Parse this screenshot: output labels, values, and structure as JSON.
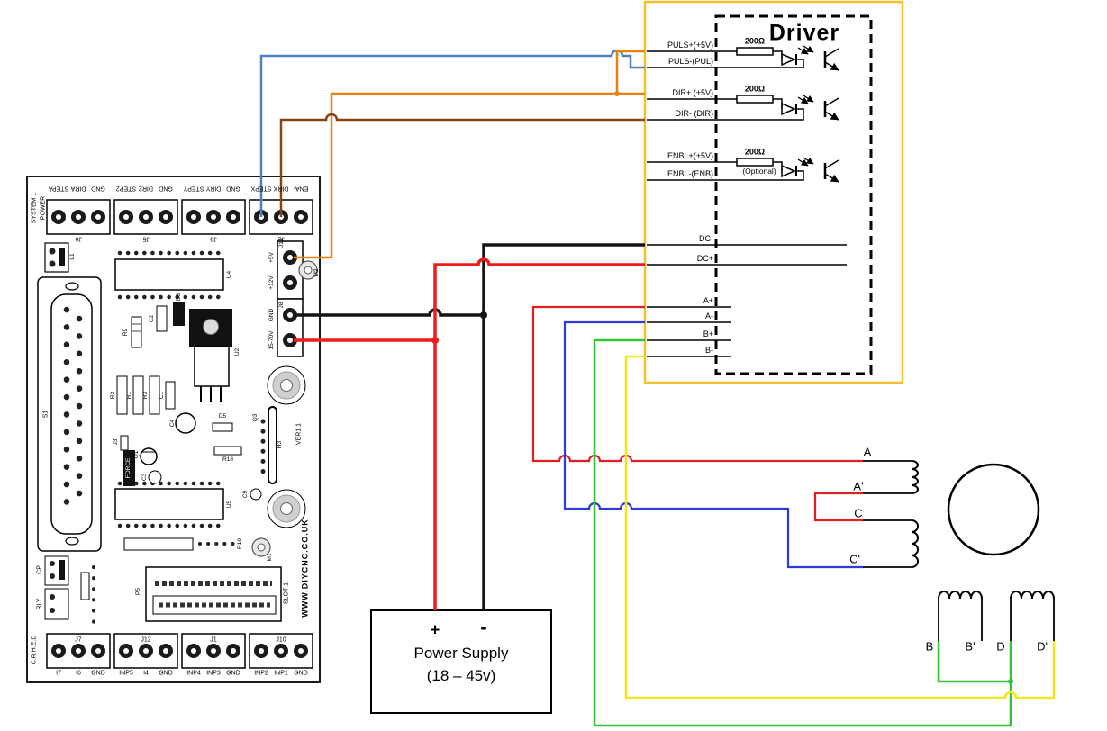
{
  "colors": {
    "wire_step_blue": "#4f81bd",
    "wire_5v_orange": "#e8820c",
    "wire_dir_brown": "#8a4413",
    "wire_power_red": "#ee1c1c",
    "wire_power_black": "#141414",
    "wire_phase_red": "#e02020",
    "wire_phase_blue": "#2e3bd8",
    "wire_phase_green": "#35c435",
    "wire_phase_yellow": "#f2e818",
    "driver_outline_yellow": "#f2c12e"
  },
  "board": {
    "system_line1": "SYSTEM 1",
    "system_line2": "POWER",
    "connector": "S1",
    "top_pins": [
      "STEPA",
      "DIRA",
      "GND",
      "STEP2",
      "DIR2",
      "GND",
      "STEPY",
      "DIRY",
      "GND",
      "STEPX",
      "DIRX",
      "ENA-"
    ],
    "top_groups": [
      "J6",
      "J5",
      "J9",
      "J2"
    ],
    "bottom_pins": [
      "I7",
      "I6",
      "GND",
      "INP5",
      "I4",
      "GND",
      "INP4",
      "INP3",
      "GND",
      "INP2",
      "INP1",
      "GND"
    ],
    "bottom_groups": [
      "J7",
      "J12",
      "J1",
      "J10"
    ],
    "power_pins": [
      "+5V",
      "+12V",
      "GND",
      "15-70V"
    ],
    "power_groups": [
      "J11",
      "J8"
    ],
    "website": "WWW.DIYCNC.CO.UK",
    "slot": "SLOT 1",
    "version": "VER1.1",
    "force": "FORCE",
    "cp": "CP",
    "rly": "RLY",
    "crhed": "C.R.H.E.D",
    "refs": {
      "l1": "L1",
      "u2": "U2",
      "u4": "U4",
      "u5": "U5",
      "m1": "M1",
      "m2": "M2",
      "r1": "R1",
      "r2": "R2",
      "r3": "R3",
      "r9": "R9",
      "r18": "R18",
      "r19": "R19",
      "c1": "C1",
      "c2": "C2",
      "c3": "C3",
      "c4": "C4",
      "c9": "C9",
      "d3": "D3",
      "d5": "D5",
      "q1": "Q1",
      "q3": "Q3",
      "j3": "J3",
      "h3": "H3",
      "p5": "P5"
    }
  },
  "driver": {
    "title": "Driver",
    "resistor_value": "200Ω",
    "optional": "(Optional)",
    "pins": {
      "puls_plus": "PULS+(+5V)",
      "puls_minus": "PULS-(PUL)",
      "dir_plus": "DIR+ (+5V)",
      "dir_minus": "DIR- (DIR)",
      "enbl_plus": "ENBL+(+5V)",
      "enbl_minus": "ENBL-(ENB)",
      "dc_minus": "DC-",
      "dc_plus": "DC+",
      "a_plus": "A+",
      "a_minus": "A-",
      "b_plus": "B+",
      "b_minus": "B-"
    }
  },
  "power_supply": {
    "plus": "+",
    "minus": "-",
    "name": "Power Supply",
    "range": "(18 – 45v)"
  },
  "motor": {
    "a": "A",
    "a2": "A'",
    "c": "C",
    "c2": "C'",
    "b": "B",
    "b2": "B'",
    "d": "D",
    "d2": "D'"
  }
}
